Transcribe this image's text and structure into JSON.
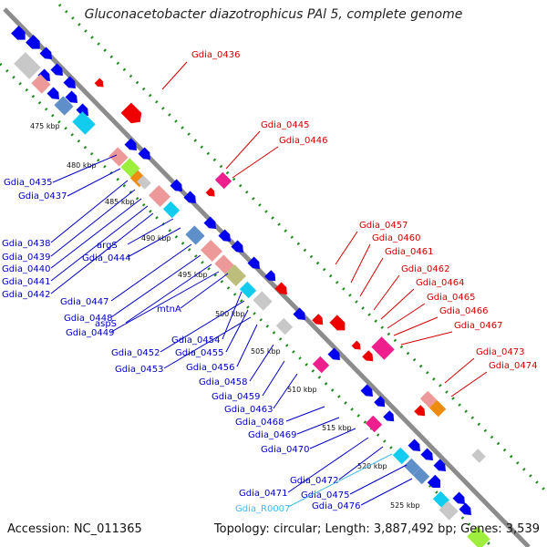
{
  "title": "Gluconacetobacter diazotrophicus PAl 5, complete genome",
  "footer": {
    "accession": "Accession: NC_011365",
    "summary": "Topology: circular; Length: 3,887,492 bp; Genes: 3,539"
  },
  "colors": {
    "backbone": "#8c8c8c",
    "dots": "#1f8a1f",
    "forward_label": "#d40000",
    "reverse_label": "#0000c8",
    "rna_label": "#44bbee",
    "cds": "#0000ee",
    "red_gene": "#ee0000",
    "pink": "#ee1f8c",
    "salmon": "#ee9999",
    "gray": "#c8c8c8",
    "steel": "#5f8fc8",
    "cyan": "#11ccee",
    "orange": "#ee8c11",
    "khaki": "#bdbd7c",
    "lime": "#9eee3e"
  },
  "kbp_ticks": [
    "475 kbp",
    "480 kbp",
    "485 kbp",
    "490 kbp",
    "495 kbp",
    "500 kbp",
    "505 kbp",
    "510 kbp",
    "515 kbp",
    "520 kbp",
    "525 kbp"
  ],
  "labels_forward": [
    "Gdia_0436",
    "Gdia_0445",
    "Gdia_0446",
    "Gdia_0457",
    "Gdia_0460",
    "Gdia_0461",
    "Gdia_0462",
    "Gdia_0464",
    "Gdia_0465",
    "Gdia_0466",
    "Gdia_0467",
    "Gdia_0473",
    "Gdia_0474"
  ],
  "labels_reverse": [
    "Gdia_0435",
    "Gdia_0437",
    "Gdia_0438",
    "Gdia_0439",
    "Gdia_0440",
    "Gdia_0441",
    "Gdia_0442",
    "argS",
    "Gdia_0444",
    "Gdia_0447",
    "Gdia_0448",
    "aspS",
    "Gdia_0449",
    "mtnA",
    "Gdia_0454",
    "Gdia_0452",
    "Gdia_0455",
    "Gdia_0453",
    "Gdia_0456",
    "Gdia_0458",
    "Gdia_0459",
    "Gdia_0463",
    "Gdia_0468",
    "Gdia_0469",
    "Gdia_0470",
    "Gdia_0471",
    "Gdia_0472",
    "Gdia_0475",
    "Gdia_0476"
  ],
  "labels_rna": [
    "Gdia_R0007"
  ]
}
